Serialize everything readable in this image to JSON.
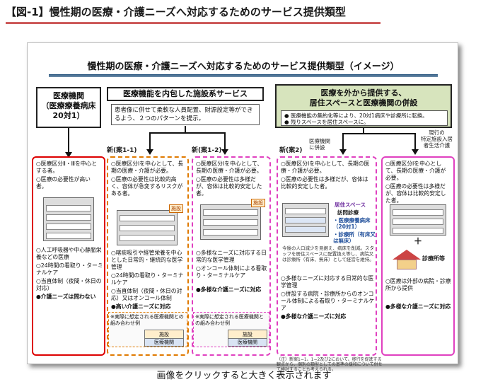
{
  "page_title": "【図-1】慢性期の医療・介護ニーズへ対応するためのサービス提供類型",
  "figure": {
    "title": "慢性期の医療・介護ニーズへ対応するためのサービス提供類型（イメージ）",
    "header_left": "医療機関\n（医療療養病床\n20対1）",
    "header_mid": "医療機能を内包した施設系サービス",
    "header_mid_sub": "患者像に併せて柔軟な人員配置、財源設定等ができるよう、２つのパターンを提示。",
    "header_right": "医療を外から提供する、\n居住スペースと医療機関の併設",
    "header_right_sub1": "医療機能の集約化等により、20対1病床や診療所に転換。",
    "header_right_sub2": "残りスペースを居住スペースに。",
    "case_1_1": "新(案1-1)",
    "case_1_2": "新(案1-2)",
    "case_2": "新(案2)",
    "label_hospital_attached": "医療機関\nに併設",
    "label_current": "現行の\n特定施設入居\n者生活介護",
    "col1": [
      "○医療区分Ⅱ・Ⅲを中心とする者。",
      "○医療の必要性が高い者。",
      "○人工呼吸器や中心静脈栄養などの医療",
      "○24時間の看取り・ターミナルケア",
      "○当直体制（夜間・休日の対応）",
      "●介護ニーズは問わない"
    ],
    "col2": [
      "○医療区分Ⅰを中心として、長期の医療・介護が必要。",
      "○医療の必要性は比較的高く、容体が急変するリスクがある者。",
      "○喀痰吸引や経管栄養を中心とした日常的・継続的な医学管理",
      "○24時間の看取り・ターミナルケア",
      "○当直体制（夜間・休日の対応）又はオンコール体制",
      "●高い介護ニーズに対応"
    ],
    "col2_tag": "施設",
    "col2_example": "※実際に想定される医療機関との組み合わせ例",
    "col2_ex_a": "施設",
    "col2_ex_b": "医療機関",
    "col3": [
      "○医療区分Ⅰを中心として、長期の医療・介護が必要。",
      "○医療の必要性は多様だが、容体は比較的安定した者。",
      "○多様なニーズに対応する日常的な医学管理",
      "○オンコール体制による看取り・ターミナルケア",
      "●多様な介護ニーズに対応"
    ],
    "col3_tag": "施設",
    "col3_example": "※実際に想定される医療機関との組み合わせ例",
    "col3_ex_a": "施設",
    "col3_ex_b": "医療機関",
    "col4": [
      "○医療区分Ⅰを中心として、長期の医療・介護が必要。",
      "○医療の必要性は多様だが、容体は比較的安定した者。",
      "○多様なニーズに対応する日常的な医学管理",
      "○併設する病院・診療所からのオンコール体制による看取り・ターミナルケア",
      "●多様な介護ニーズに対応"
    ],
    "col4_space": "居住スペース",
    "col4_visit": "訪問診療",
    "col4_ward": "・医療療養病床（20対1）",
    "col4_clinic": "・診療所（有床又は無床）",
    "col4_note": "今後の人口減少を見据え、病床を削減。スタッフを居住スペースに配置換え等し、病院又は診療所（有床、無床）として経営を維持。",
    "col5": [
      "○医療区分Ⅰを中心として、長期の医療・介護が必要。",
      "○医療の必要性は多様だが、容体は比較的安定した者。",
      "○医療は外部の病院・診療所から提供",
      "●多様な介護ニーズに対応"
    ],
    "col5_clinic": "診療所等",
    "footnote": "（注）新案1−1、1−2及び2において、移行を促進する観点から、個別の類型としての基準の緩和について併せて検討することも考えられる。"
  },
  "caption": "画像をクリックすると大きく表示されます",
  "colors": {
    "red": "#dd0000",
    "orange": "#e07a00",
    "pink": "#e040c0",
    "green": "#d7e4bd",
    "navy": "#1f4e79"
  }
}
